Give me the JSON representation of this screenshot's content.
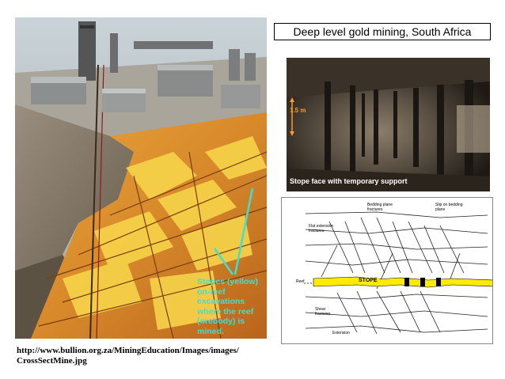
{
  "title": "Deep level gold mining, South Africa",
  "illustration": {
    "caption_lines": [
      "Stopes (yellow)",
      "on-reef",
      "excavations",
      "where the reef",
      "(orebody) is",
      "mined."
    ]
  },
  "photo": {
    "scale_label": "1.5 m",
    "caption": "Stope face with temporary support"
  },
  "diagram": {
    "labels": {
      "bedding_plane_fractures": [
        "Bedding plane",
        "fractures"
      ],
      "slip_on_bedding_plane": [
        "Slip on bedding",
        "plane"
      ],
      "flat_extension_fractures": [
        "Flat extension",
        "fractures"
      ],
      "reef": "Reef",
      "shear_fractures": [
        "Shear",
        "fractures"
      ],
      "extension": "Extension",
      "stope": "STOPE"
    }
  },
  "source": {
    "lines": [
      "http://www.bullion.org.za/MiningEducation/Images/images/",
      "CrossSectMine.jpg"
    ]
  }
}
